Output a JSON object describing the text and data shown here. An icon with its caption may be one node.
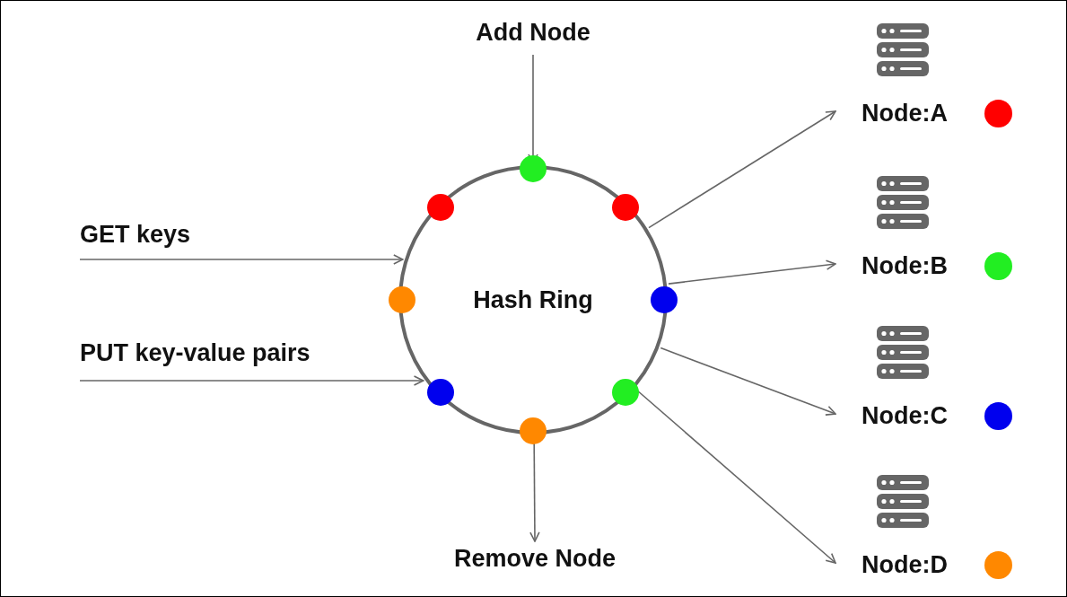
{
  "diagram": {
    "nodes": [
      {
        "text": [
          "Add Node"
        ]
      },
      {
        "text": [
          "GET keys"
        ]
      },
      {
        "text": [
          "PUT key-value pairs"
        ]
      },
      {
        "text": [
          "Hash Ring"
        ]
      },
      {
        "text": [
          "Remove Node"
        ]
      },
      {
        "text": [
          "Node:A"
        ]
      },
      {
        "text": [
          "Node:B"
        ]
      },
      {
        "text": [
          "Node:C"
        ]
      },
      {
        "text": [
          "Node:D"
        ]
      }
    ],
    "edges": [
      {
        "from": 0,
        "to": 3,
        "arrow": "to"
      },
      {
        "from": 1,
        "to": 3,
        "arrow": "to"
      },
      {
        "from": 2,
        "to": 3,
        "arrow": "to"
      },
      {
        "from": 3,
        "to": 4,
        "arrow": "to"
      },
      {
        "from": 3,
        "to": 5,
        "arrow": "to"
      },
      {
        "from": 3,
        "to": 6,
        "arrow": "to"
      },
      {
        "from": 3,
        "to": 7,
        "arrow": "to"
      },
      {
        "from": 3,
        "to": 8,
        "arrow": "to"
      }
    ]
  }
}
